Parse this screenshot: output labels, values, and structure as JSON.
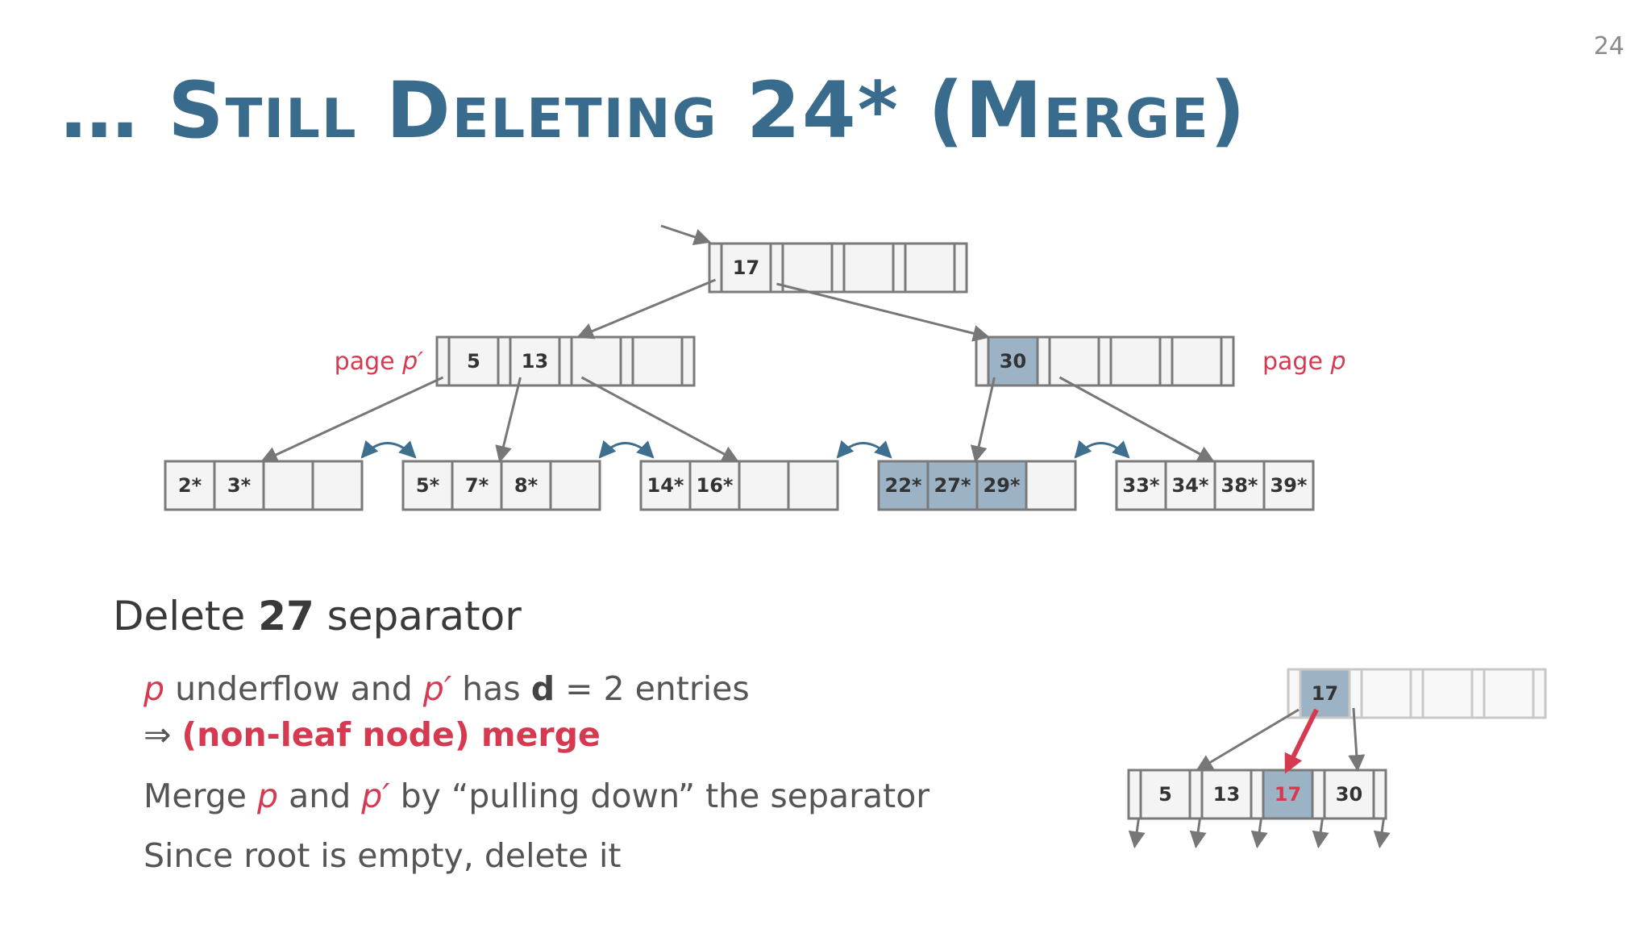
{
  "slide": {
    "page_number": "24",
    "title": "… Still Deleting 24* (Merge)"
  },
  "tree": {
    "root_key": "17",
    "left_inner": {
      "label_prefix": "page ",
      "label_var": "p′",
      "keys": [
        "5",
        "13"
      ]
    },
    "right_inner": {
      "label_prefix": "page ",
      "label_var": "p",
      "keys": [
        "30"
      ]
    },
    "leaves": [
      [
        "2*",
        "3*"
      ],
      [
        "5*",
        "7*",
        "8*"
      ],
      [
        "14*",
        "16*"
      ],
      [
        "22*",
        "27*",
        "29*"
      ],
      [
        "33*",
        "34*",
        "38*",
        "39*"
      ]
    ]
  },
  "mini_tree": {
    "root_key": "17",
    "merged_keys": [
      "5",
      "13",
      "17",
      "30"
    ],
    "pulled_down_key": "17"
  },
  "text": {
    "heading_prefix": "Delete ",
    "heading_bold": "27",
    "heading_suffix": " separator",
    "p_var": "p",
    "underflow_text": " underflow and ",
    "p_prime_var": "p′",
    "has_text": " has ",
    "d_var": "d",
    "entries_text": " = 2 entries",
    "implies": "⇒ ",
    "merge_text": "(non-leaf node) merge",
    "merge_prefix": "Merge ",
    "merge_and": " and ",
    "merge_suffix": " by “pulling down” the separator",
    "root_text": "Since root is empty, delete it"
  },
  "colors": {
    "title": "#396b8c",
    "highlight_fill": "#9cb3c6",
    "accent_red": "#d63a50",
    "arc_blue": "#3f6f8e",
    "node_border": "#7a7a7a",
    "cell_fill": "#f4f4f4"
  }
}
